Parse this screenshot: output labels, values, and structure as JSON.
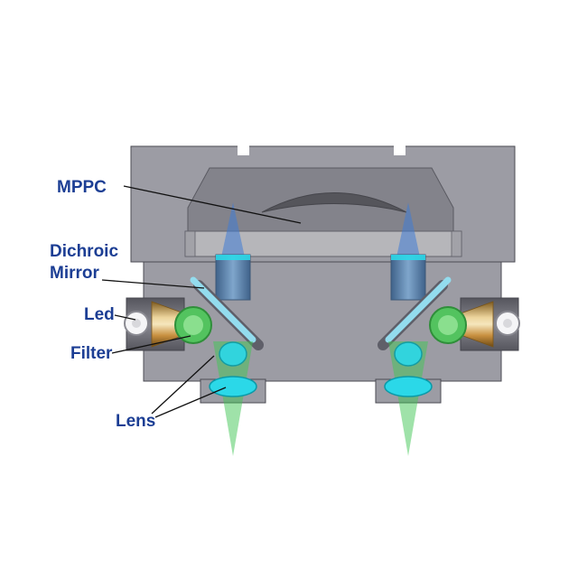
{
  "labels": {
    "mppc": "MPPC",
    "dichroic_line1": "Dichroic",
    "dichroic_line2": "Mirror",
    "led": "Led",
    "filter": "Filter",
    "lens": "Lens"
  },
  "colors": {
    "label_text": "#1c3e94",
    "leader": "#111111",
    "body_gray": "#9c9ca4",
    "body_inner": "#83838b",
    "top_lens_dark": "#55555b",
    "bar_light": "#b6b6ba",
    "tube_gray": "#70707a",
    "beam_up_blue": "#3f7bd6",
    "beam_down_green": "#3fc554",
    "cylinder_blue": "#5b80a8",
    "mirror_face_cyan": "#93dcee",
    "mirror_back_gray": "#5f5f69",
    "filter_green": "#53c35f",
    "filter_green_light": "#8adf8e",
    "led_tan": "#d9a45c",
    "lens_cyan": "#2bd8e8",
    "connector_white": "#f5f5f7"
  }
}
